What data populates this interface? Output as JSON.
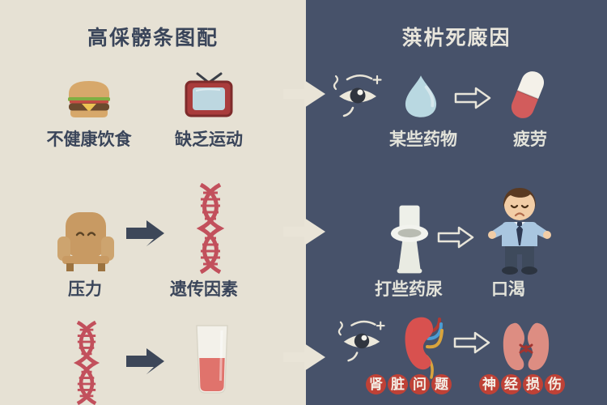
{
  "left_panel": {
    "title": "高倸髈条图配",
    "row1": {
      "label1": "不健康饮食",
      "label2": "缺乏运动"
    },
    "row2": {
      "label1": "压力",
      "label2": "遗传因素"
    }
  },
  "right_panel": {
    "title": "葓㭊死廄因",
    "row1": {
      "label1": "某些药物",
      "label2": "疲劳"
    },
    "row2": {
      "label1": "打些药尿",
      "label2": "口渴"
    },
    "row3": {
      "label1": "肾脏问题",
      "label2": "神经损伤"
    }
  },
  "icons": {
    "left": [
      "hamburger-icon",
      "tv-icon",
      "armchair-icon",
      "arrow-right-icon",
      "dna-icon",
      "dna-icon",
      "arrow-right-icon",
      "glass-of-blood-icon"
    ],
    "right": [
      "eye-icon",
      "water-drop-icon",
      "arrow-right-outline-icon",
      "pill-capsule-icon",
      "toilet-icon",
      "arrow-right-outline-icon",
      "sad-man-icon",
      "eye-icon",
      "kidney-icon",
      "arrow-right-outline-icon",
      "kidneys-pair-icon"
    ],
    "divider": [
      "flow-arrow-icon",
      "flow-arrow-icon",
      "flow-arrow-icon"
    ]
  },
  "colors": {
    "left_bg": "#e6e1d4",
    "right_bg": "#47526a",
    "left_text": "#3a455a",
    "right_text": "#e3e3da",
    "highlight_chip_red": "#bf4136",
    "dna_red": "#c2505c",
    "dark_arrow": "#3d4759",
    "cream_arrow": "#e9e4d7"
  }
}
